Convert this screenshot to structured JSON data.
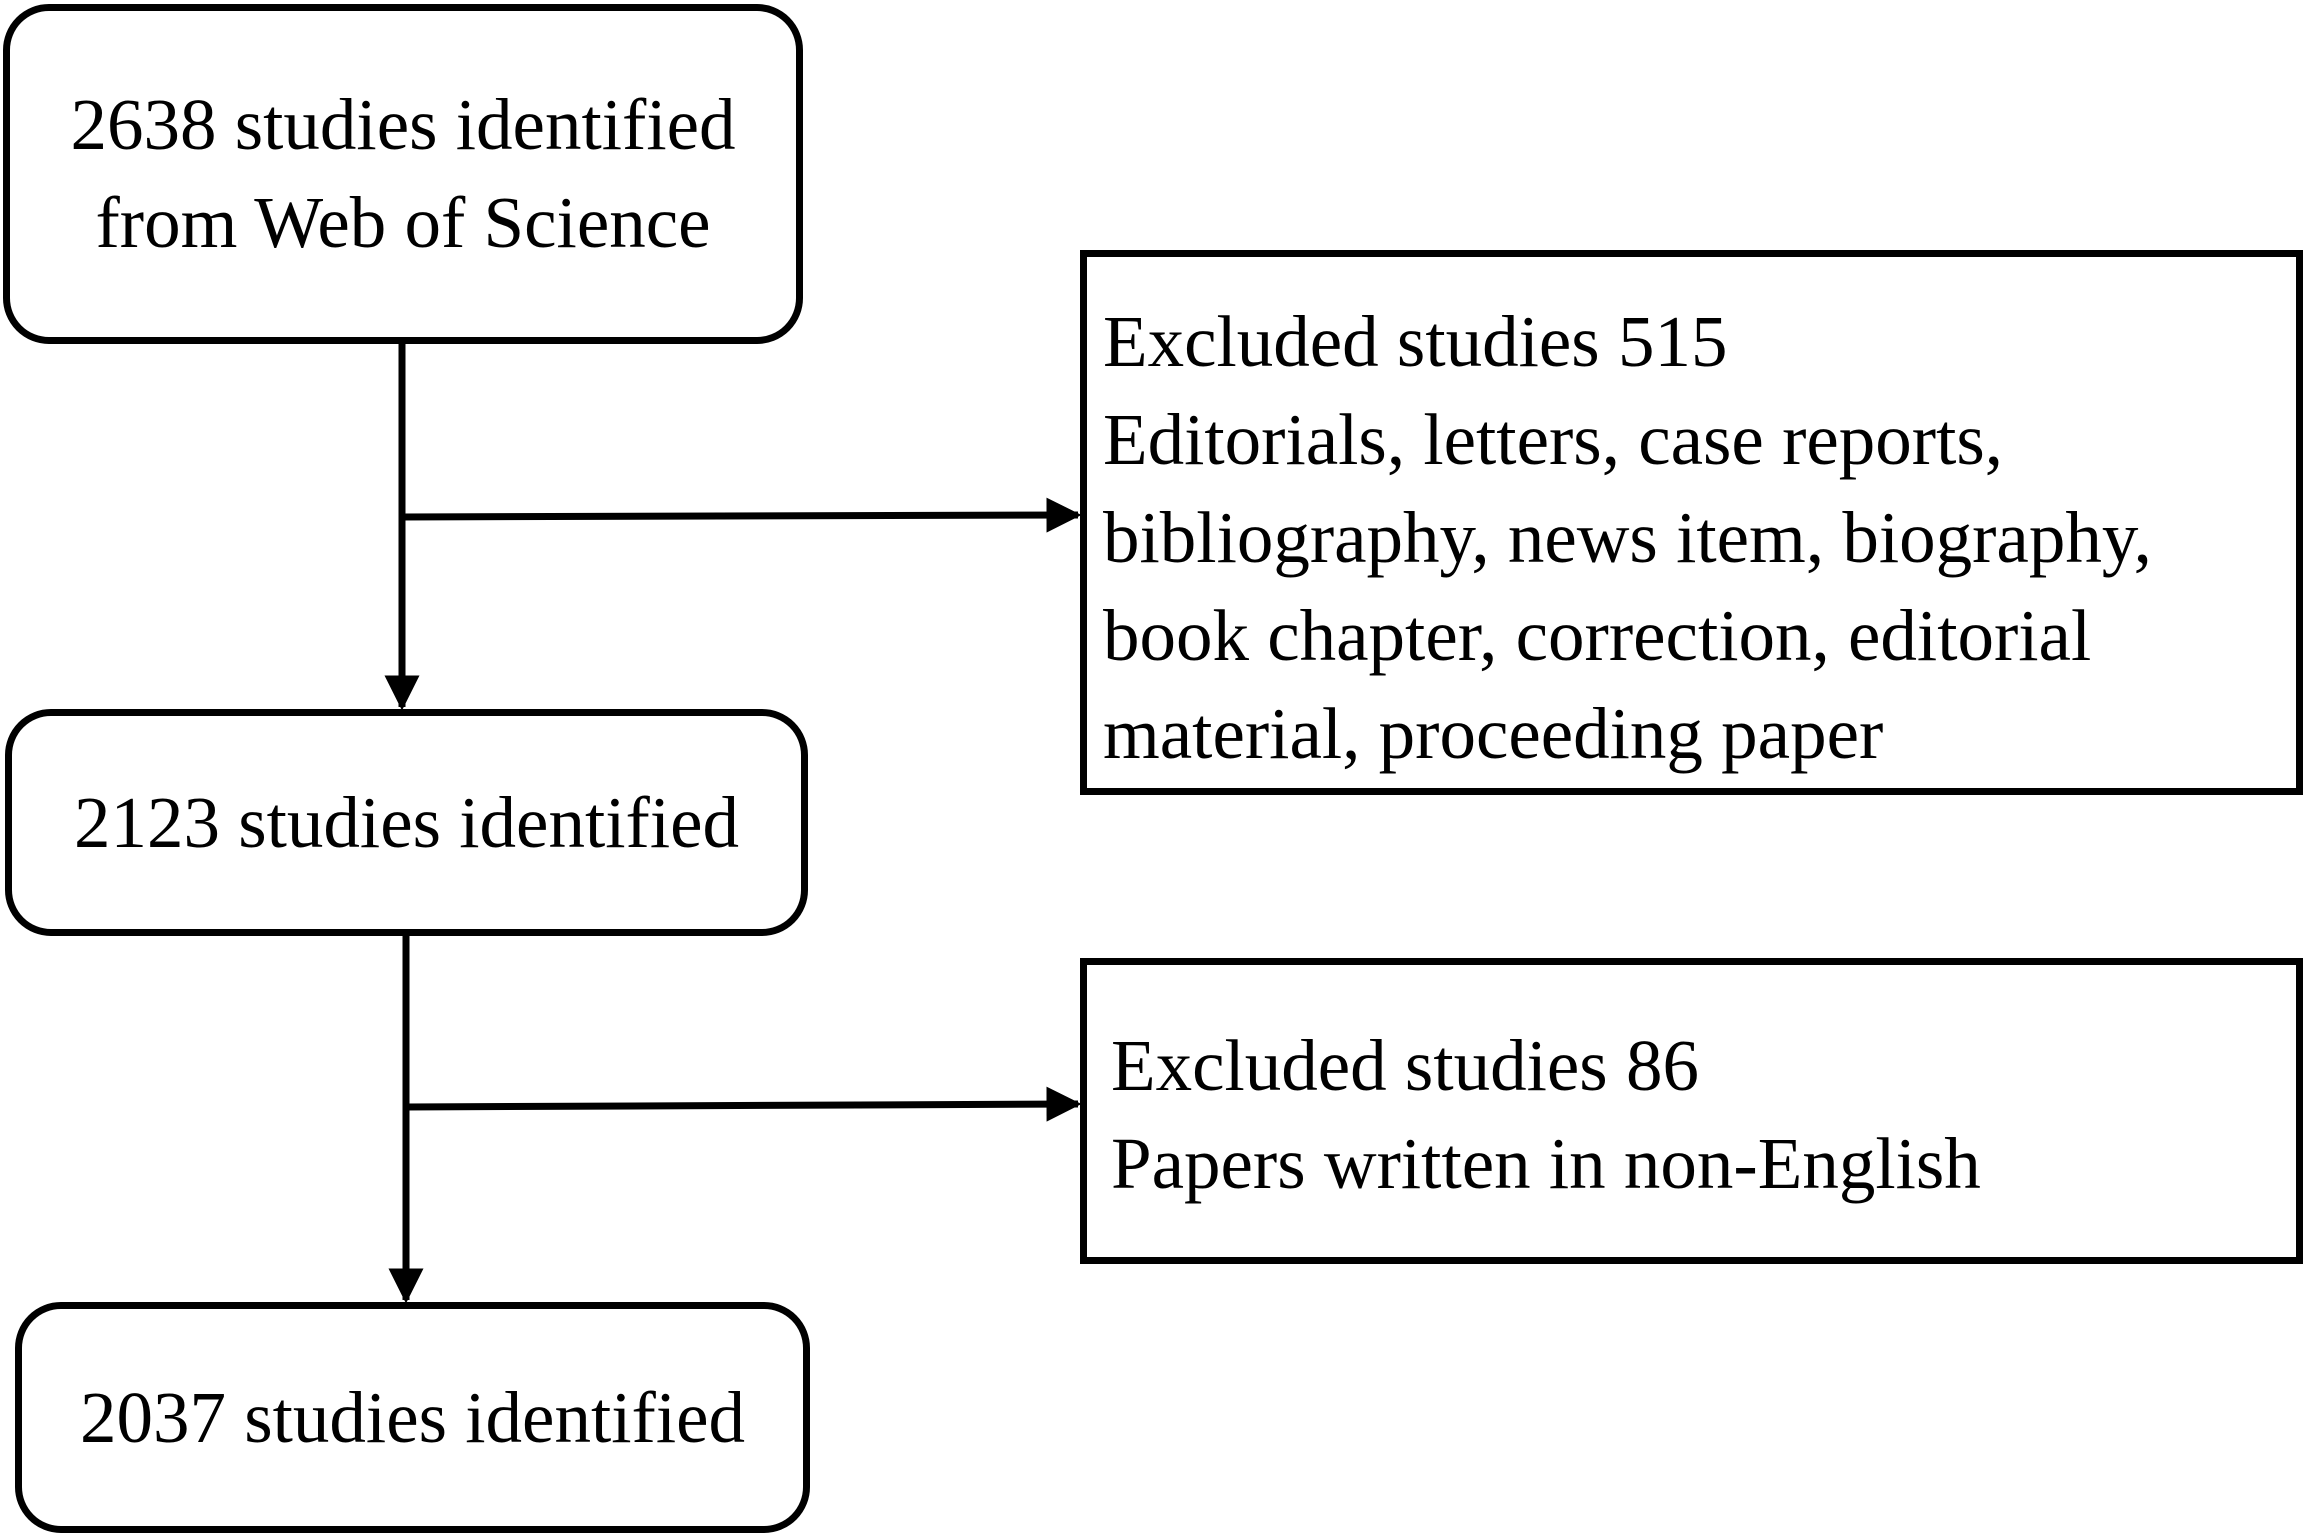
{
  "flowchart": {
    "boxes": [
      {
        "id": "box-1",
        "lines": [
          "2638 studies identified",
          "from Web of Science"
        ]
      },
      {
        "id": "box-2",
        "lines": [
          "2123 studies identified"
        ]
      },
      {
        "id": "box-3",
        "lines": [
          "2037 studies identified"
        ]
      }
    ],
    "exclusions": [
      {
        "id": "excl-1",
        "lines": [
          "Excluded studies 515",
          "Editorials, letters, case reports,",
          "bibliography, news item, biography,",
          "book chapter, correction, editorial",
          "material, proceeding paper"
        ]
      },
      {
        "id": "excl-2",
        "lines": [
          "Excluded studies 86",
          "Papers written in non-English"
        ]
      }
    ]
  },
  "colors": {
    "stroke": "#000000",
    "background": "#ffffff"
  }
}
